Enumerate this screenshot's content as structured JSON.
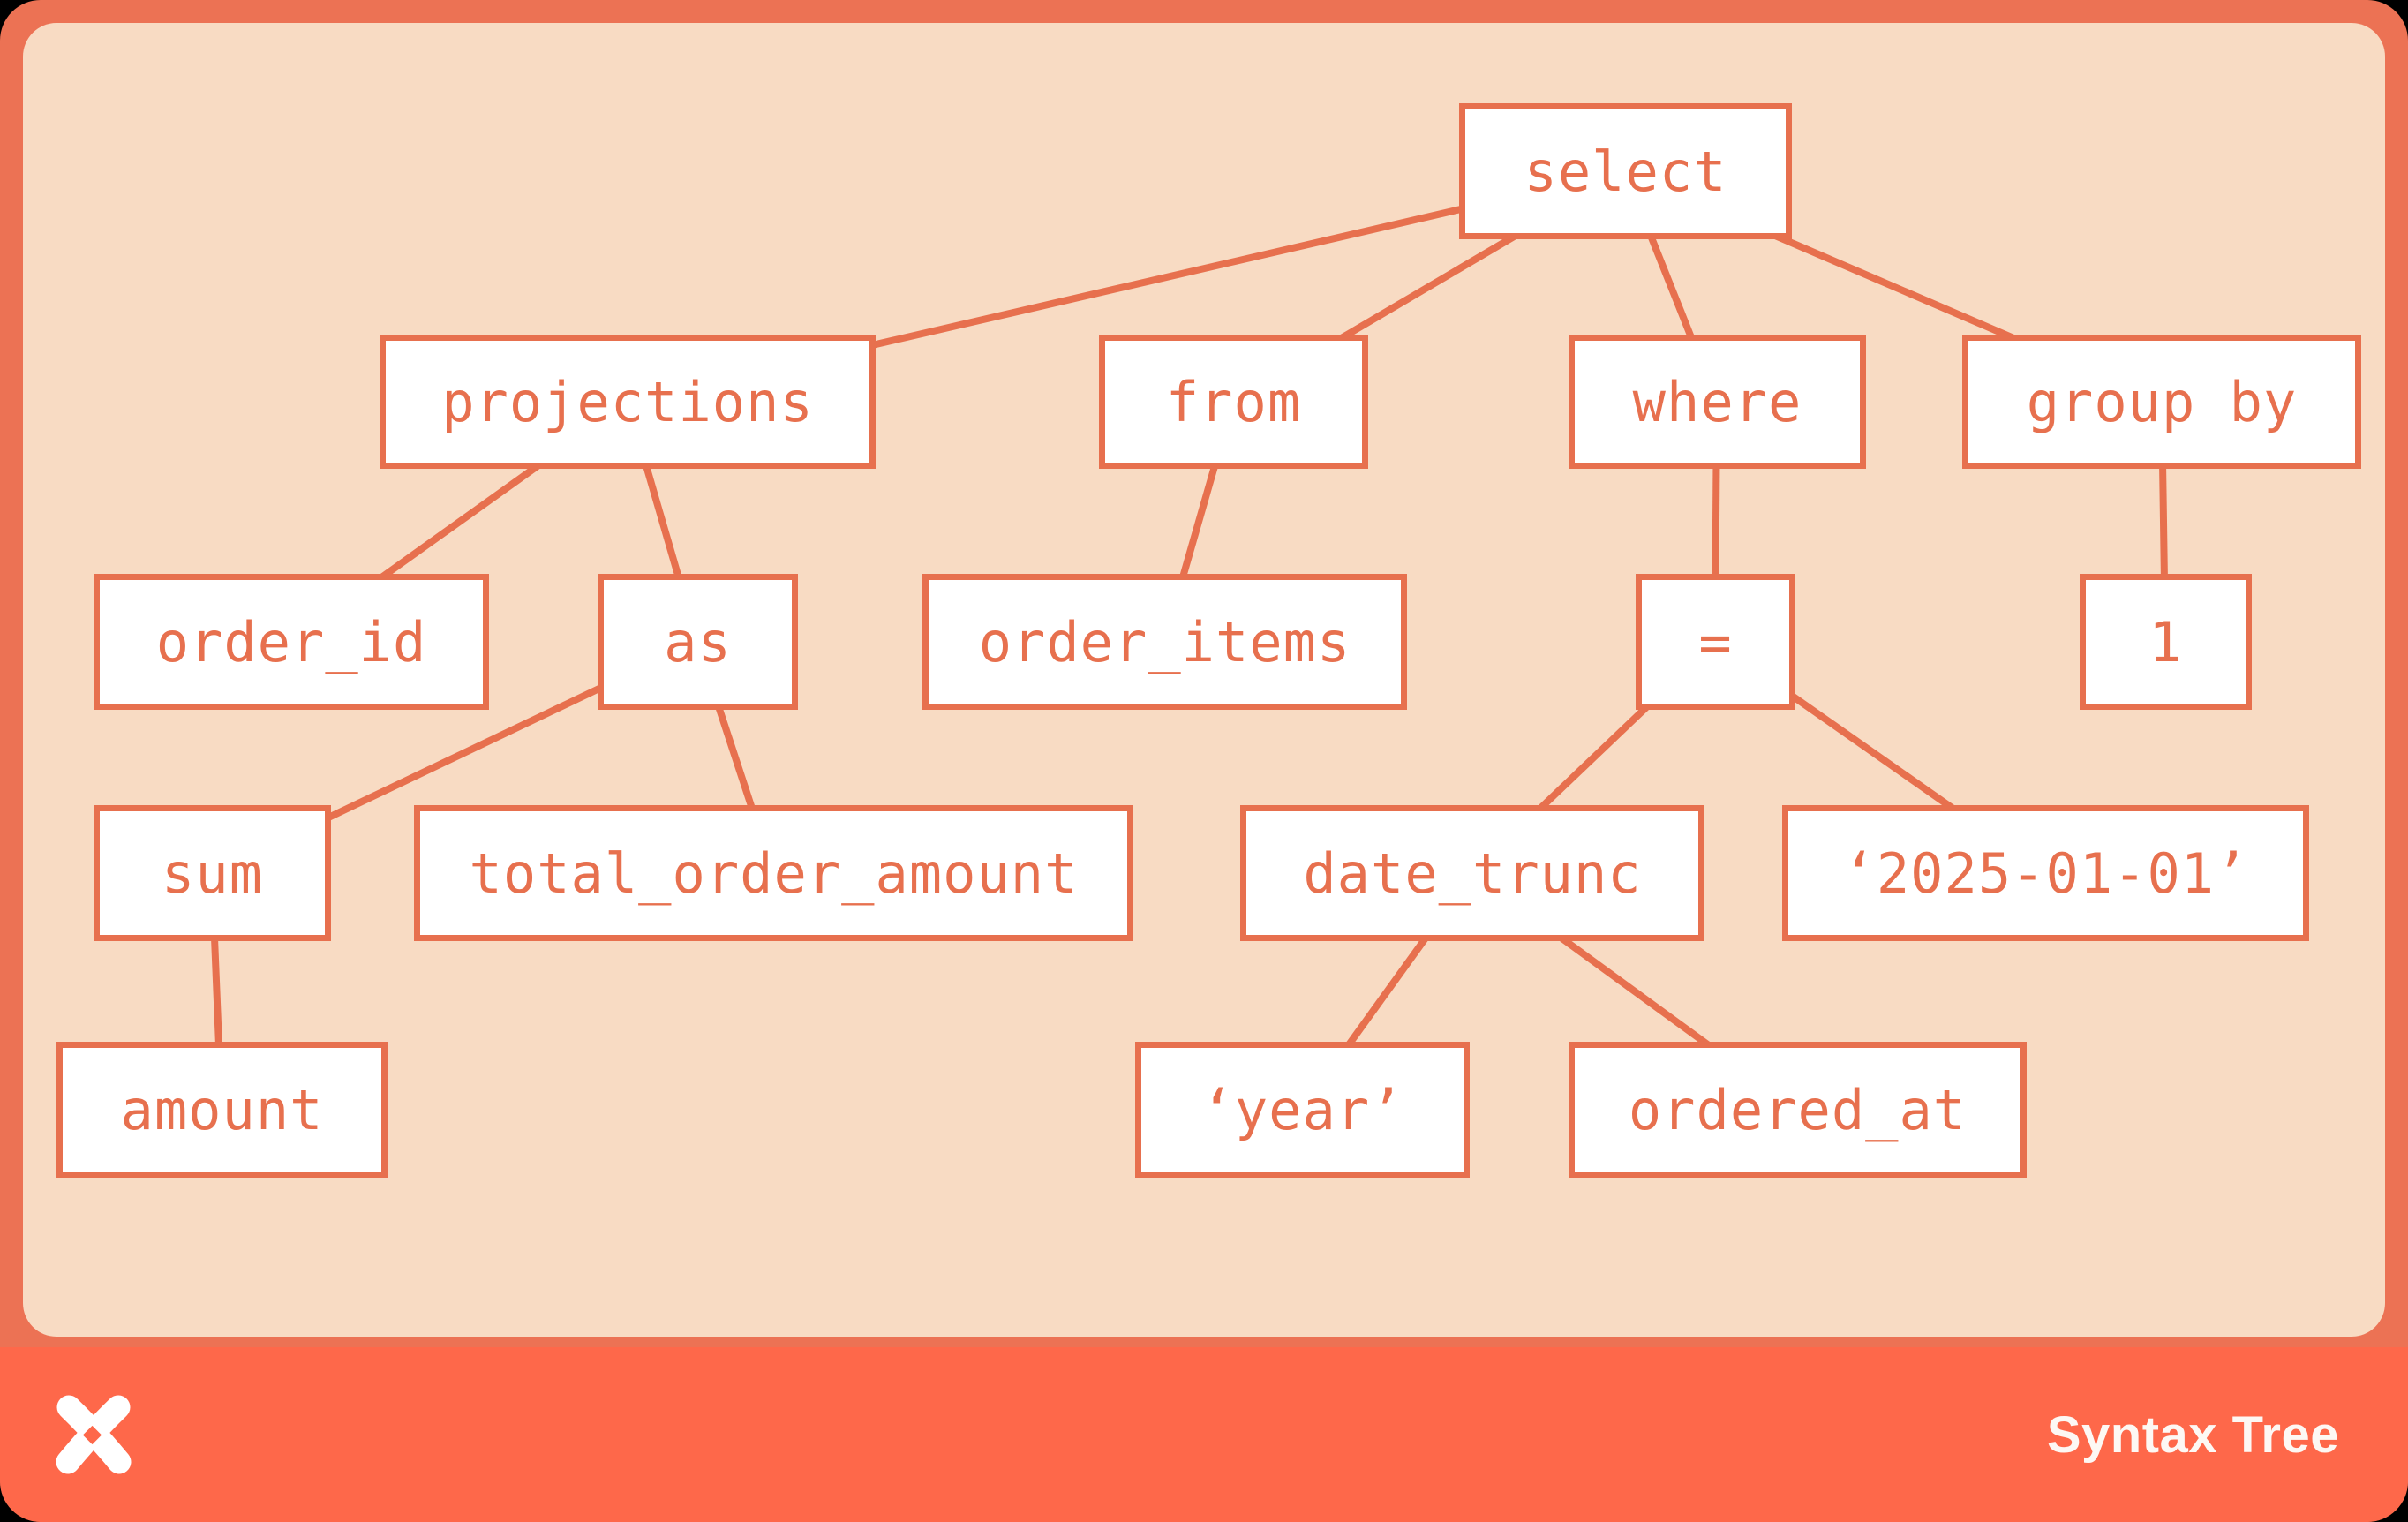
{
  "footer": {
    "title": "Syntax Tree",
    "logo": "pinwheel-x-logo"
  },
  "colors": {
    "page_background": "#000000",
    "frame_orange": "#ec7254",
    "footer_orange": "#fe684a",
    "panel_peach": "#f8dbc3",
    "accent_orange": "#e7704e",
    "node_fill": "#ffffff",
    "footer_text": "#fdf8f4"
  },
  "tree": {
    "root": "select",
    "nodes": {
      "select": {
        "label": "select",
        "children": [
          "projections",
          "from",
          "where",
          "group_by"
        ]
      },
      "projections": {
        "label": "projections",
        "children": [
          "order_id",
          "as"
        ]
      },
      "from": {
        "label": "from",
        "children": [
          "order_items"
        ]
      },
      "where": {
        "label": "where",
        "children": [
          "eq"
        ]
      },
      "group_by": {
        "label": "group by",
        "children": [
          "one"
        ]
      },
      "order_id": {
        "label": "order_id",
        "children": []
      },
      "as": {
        "label": "as",
        "children": [
          "sum",
          "total_order_amount"
        ]
      },
      "order_items": {
        "label": "order_items",
        "children": []
      },
      "eq": {
        "label": "=",
        "children": [
          "date_trunc",
          "literal_2025_01_01"
        ]
      },
      "one": {
        "label": "1",
        "children": []
      },
      "sum": {
        "label": "sum",
        "children": [
          "amount"
        ]
      },
      "total_order_amount": {
        "label": "total_order_amount",
        "children": []
      },
      "date_trunc": {
        "label": "date_trunc",
        "children": [
          "literal_year",
          "ordered_at"
        ]
      },
      "literal_2025_01_01": {
        "label": "‘2025-01-01’",
        "children": []
      },
      "amount": {
        "label": "amount",
        "children": []
      },
      "literal_year": {
        "label": "‘year’",
        "children": []
      },
      "ordered_at": {
        "label": "ordered_at",
        "children": []
      }
    }
  }
}
